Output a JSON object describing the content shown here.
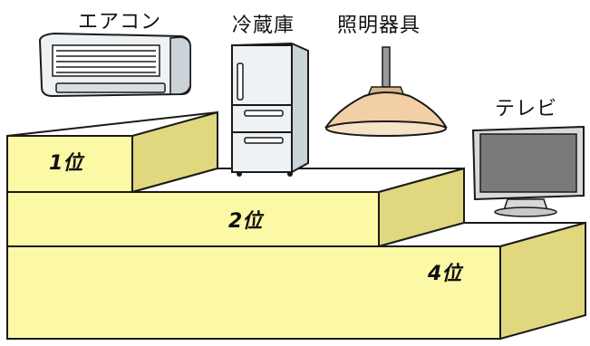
{
  "appliances": [
    {
      "label": "エアコン",
      "icon": "air-conditioner-icon"
    },
    {
      "label": "冷蔵庫",
      "icon": "refrigerator-icon"
    },
    {
      "label": "照明器具",
      "icon": "pendant-light-icon"
    },
    {
      "label": "テレビ",
      "icon": "television-icon"
    }
  ],
  "ranks": [
    {
      "label": "1位"
    },
    {
      "label": "2位"
    },
    {
      "label": "4位"
    }
  ],
  "colors": {
    "step_front": "#fbf8a6",
    "step_top": "#ffffff",
    "step_side": "#e0d77e",
    "outline": "#1a1a1a"
  }
}
